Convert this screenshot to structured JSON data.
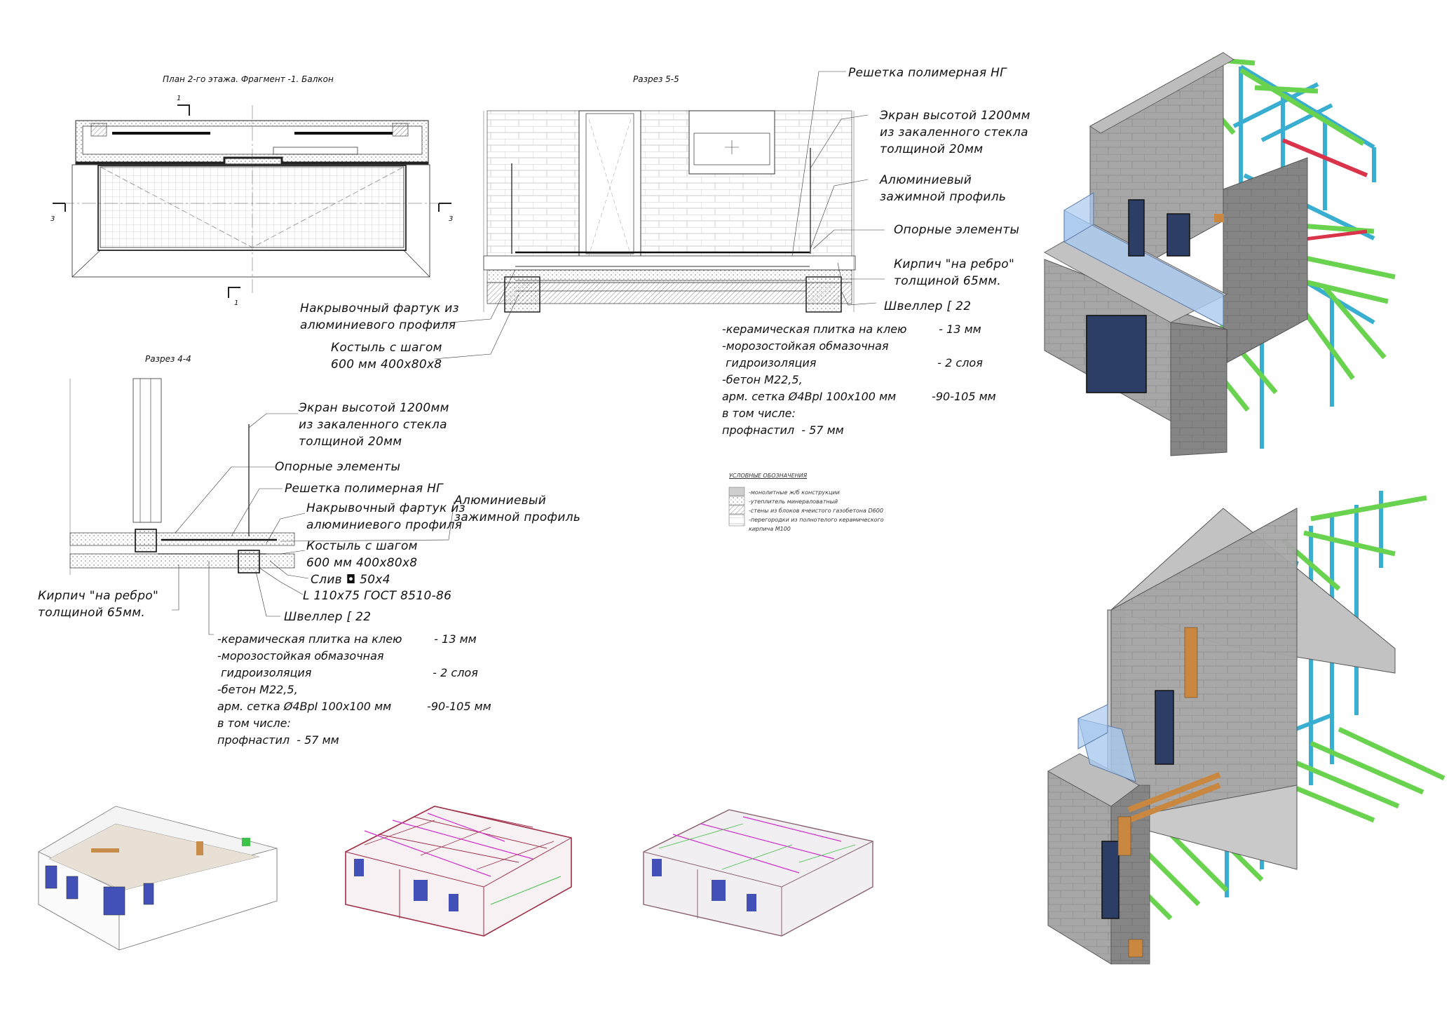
{
  "titles": {
    "plan": "План 2-го этажа. Фрагмент -1. Балкон",
    "section55": "Разрез 5-5",
    "section44": "Разрез 4-4"
  },
  "plan_marks": {
    "cut1_top": "1",
    "cut1_bottom": "1",
    "cut3_left": "3",
    "cut3_right": "3"
  },
  "section55_labels": {
    "grate": "Решетка полимерная НГ",
    "screen": "Экран высотой 1200мм\nиз закаленного стекла\nтолщиной 20мм",
    "profile": "Алюминиевый\nзажимной профиль",
    "supports": "Опорные элементы",
    "brick": "Кирпич \"на ребро\"\nтолщиной 65мм.",
    "channel": "Швеллер [ 22",
    "flashing": "Накрывочный фартук из\nалюминиевого профиля",
    "crutch": "Костыль с шагом\n600 мм 400х80х8"
  },
  "section44_labels": {
    "screen": "Экран высотой 1200мм\nиз закаленного стекла\nтолщиной 20мм",
    "supports": "Опорные элементы",
    "grate": "Решетка полимерная НГ",
    "profile": "Алюминиевый\nзажимной профиль",
    "flashing": "Накрывочный фартук из\nалюминиевого профиля",
    "crutch": "Костыль с шагом\n600 мм 400х80х8",
    "drain": "Слив ◘ 50х4",
    "angle": "L 110х75 ГОСТ 8510-86",
    "brick": "Кирпич \"на ребро\"\nтолщиной 65мм.",
    "channel": "Швеллер [ 22"
  },
  "spec_right": "-керамическая плитка на клею         - 13 мм\n-морозостойкая обмазочная\n гидроизоляция                                  - 2 слоя\n-бетон М22,5,\nарм. сетка Ø4ВрI 100х100 мм          -90-105 мм\nв том числе:\nпрофнастил  - 57 мм",
  "spec_left": "-керамическая плитка на клею         - 13 мм\n-морозостойкая обмазочная\n гидроизоляция                                  - 2 слоя\n-бетон М22,5,\nарм. сетка Ø4ВрI 100х100 мм          -90-105 мм\nв том числе:\nпрофнастил  - 57 мм",
  "legend": {
    "title": "УСЛОВНЫЕ ОБОЗНАЧЕНИЯ",
    "items": [
      "-монолитные ж/б конструкции",
      "-утеплитель минераловатный",
      "-стены из блоков ячеистого газобетона D600",
      "-перегородки из полнотелого керамического",
      "кирпича М100"
    ]
  },
  "colors": {
    "steel_cyan": "#3aaed0",
    "steel_green": "#69d24e",
    "block_grey": "#8c8c8c",
    "glass_blue": "#a9c9ef",
    "frame_red": "#a0304a",
    "magenta": "#d12fd1",
    "wood": "#c9873f"
  },
  "views": [
    "plan-fragment",
    "section-5-5",
    "section-4-4",
    "axo-module-1",
    "axo-module-2",
    "axo-module-3",
    "axo-balcony-top",
    "axo-balcony-bottom"
  ]
}
